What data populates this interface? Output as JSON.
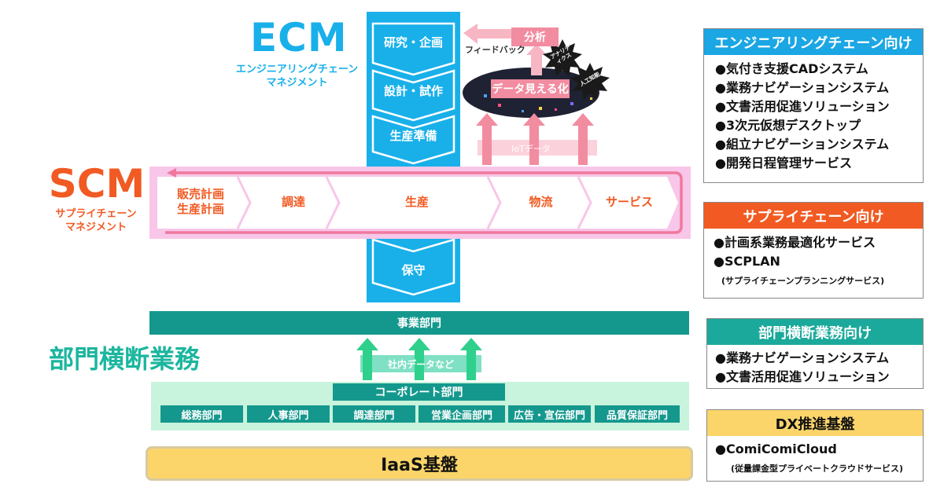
{
  "ecm": {
    "title": "ECM",
    "subtitle_line1": "エンジニアリングチェーン",
    "subtitle_line2": "マネジメント",
    "steps": [
      "研究・企画",
      "設計・試作",
      "生産準備"
    ],
    "bottom_step": "保守"
  },
  "feedback": {
    "analysis_label": "分析",
    "feedback_label": "フィードバック",
    "visualization_label": "データ見える化",
    "iot_label": "IoTデータ",
    "badge_analytics": "アナリティクス",
    "badge_ai": "人工知能"
  },
  "scm": {
    "title": "SCM",
    "subtitle_line1": "サプライチェーン",
    "subtitle_line2": "マネジメント",
    "steps": [
      {
        "line1": "販売計画",
        "line2": "生産計画"
      },
      {
        "line1": "調達",
        "line2": ""
      },
      {
        "line1": "生産",
        "line2": ""
      },
      {
        "line1": "物流",
        "line2": ""
      },
      {
        "line1": "サービス",
        "line2": ""
      }
    ]
  },
  "cross_department": {
    "title": "部門横断業務",
    "business_dept": "事業部門",
    "internal_data": "社内データなど",
    "corporate_dept": "コーポレート部門",
    "sub_departments": [
      "総務部門",
      "人事部門",
      "調達部門",
      "営業企画部門",
      "広告・宣伝部門",
      "品質保証部門"
    ]
  },
  "iaas": {
    "label": "IaaS基盤"
  },
  "right_panels": [
    {
      "header": "エンジニアリングチェーン向け",
      "color": "#1ba6e4",
      "items": [
        "●気付き支援CADシステム",
        "●業務ナビゲーションシステム",
        "●文書活用促進ソリューション",
        "●3次元仮想デスクトップ",
        "●組立ナビゲーションシステム",
        "●開発日程管理サービス"
      ],
      "notes": []
    },
    {
      "header": "サプライチェーン向け",
      "color": "#f15a22",
      "items": [
        "●計画系業務最適化サービス",
        "●SCPLAN"
      ],
      "notes": [
        "(サプライチェーンプランニングサービス)"
      ]
    },
    {
      "header": "部門横断業務向け",
      "color": "#1aa99a",
      "items": [
        "●業務ナビゲーションシステム",
        "●文書活用促進ソリューション"
      ],
      "notes": []
    },
    {
      "header": "DX推進基盤",
      "color": "#fbd56a",
      "items": [
        "●ComiComiCloud"
      ],
      "notes": [
        "(従量課金型プライベートクラウドサービス)"
      ]
    }
  ],
  "colors": {
    "ecm_blue": "#19b0ea",
    "scm_orange": "#f15a22",
    "scm_pink": "#f8c6e8",
    "teal": "#14988d",
    "mint": "#c8f3dc",
    "iaas_yellow": "#fbd56a",
    "feedback_pink": "#f28ca0"
  }
}
